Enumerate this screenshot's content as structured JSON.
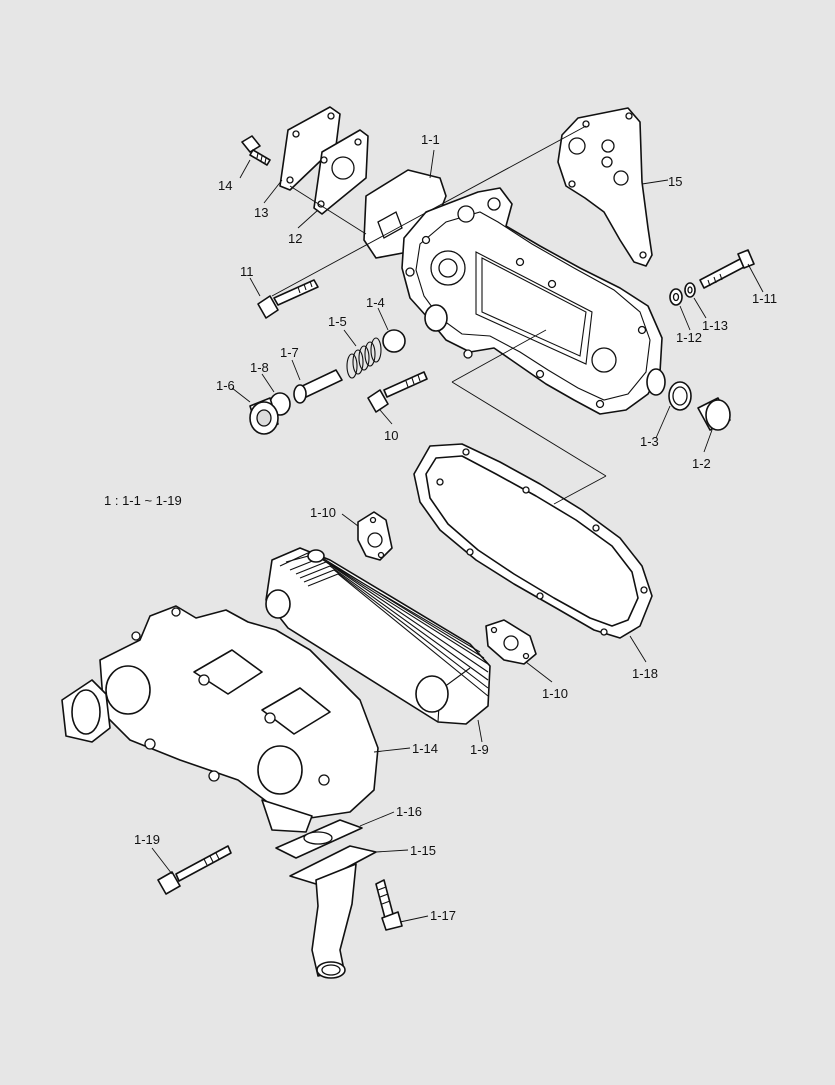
{
  "diagram": {
    "assembly_note": "1 : 1-1 ~ 1-19",
    "callouts": [
      {
        "id": "c-1-1",
        "label": "1-1"
      },
      {
        "id": "c-15",
        "label": "15"
      },
      {
        "id": "c-14",
        "label": "14"
      },
      {
        "id": "c-13",
        "label": "13"
      },
      {
        "id": "c-12",
        "label": "12"
      },
      {
        "id": "c-11",
        "label": "11"
      },
      {
        "id": "c-1-11",
        "label": "1-11"
      },
      {
        "id": "c-1-12",
        "label": "1-12"
      },
      {
        "id": "c-1-13",
        "label": "1-13"
      },
      {
        "id": "c-1-4",
        "label": "1-4"
      },
      {
        "id": "c-1-5",
        "label": "1-5"
      },
      {
        "id": "c-1-7",
        "label": "1-7"
      },
      {
        "id": "c-1-8",
        "label": "1-8"
      },
      {
        "id": "c-1-6",
        "label": "1-6"
      },
      {
        "id": "c-10",
        "label": "10"
      },
      {
        "id": "c-1-3",
        "label": "1-3"
      },
      {
        "id": "c-1-2",
        "label": "1-2"
      },
      {
        "id": "c-1-10a",
        "label": "1-10"
      },
      {
        "id": "c-1-10b",
        "label": "1-10"
      },
      {
        "id": "c-1-18",
        "label": "1-18"
      },
      {
        "id": "c-1-14",
        "label": "1-14"
      },
      {
        "id": "c-1-9",
        "label": "1-9"
      },
      {
        "id": "c-1-16",
        "label": "1-16"
      },
      {
        "id": "c-1-15",
        "label": "1-15"
      },
      {
        "id": "c-1-19",
        "label": "1-19"
      },
      {
        "id": "c-1-17",
        "label": "1-17"
      }
    ],
    "colors": {
      "background": "#e6e6e6",
      "line": "#111111",
      "part_fill": "#ffffff"
    }
  }
}
